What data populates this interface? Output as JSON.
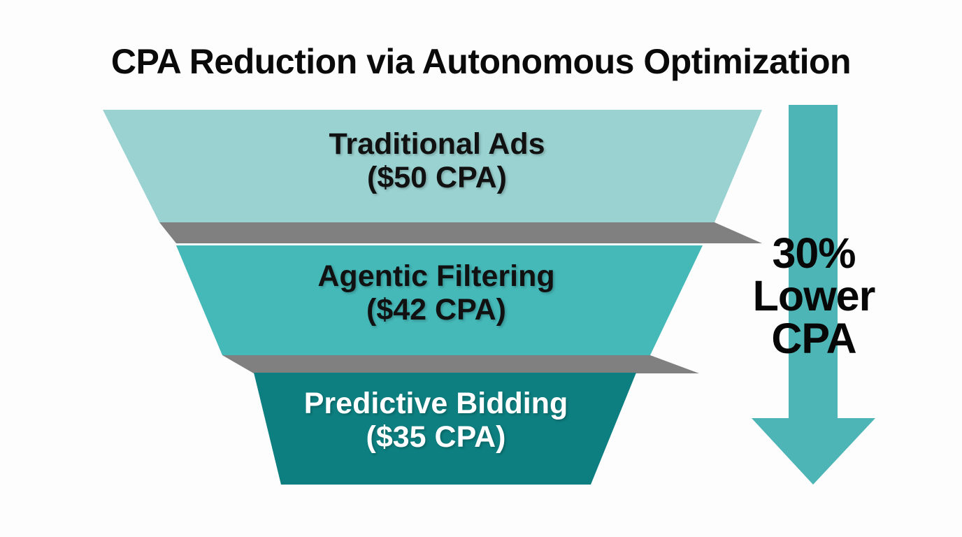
{
  "title": "CPA Reduction via Autonomous Optimization",
  "background_color": "#fdfdfd",
  "title_color": "#0a0a0a",
  "shadow_color": "#808080",
  "arrow": {
    "color": "#4db5b5",
    "name": "down-arrow",
    "line1": "30%",
    "line2": "Lower",
    "line3": "CPA"
  },
  "stages": [
    {
      "label": "Traditional Ads",
      "value_label": "($50 CPA)",
      "value": 50,
      "currency": "$",
      "metric": "CPA",
      "color": "#9ad2d1",
      "text_color": "#111111"
    },
    {
      "label": "Agentic Filtering",
      "value_label": "($42 CPA)",
      "value": 42,
      "currency": "$",
      "metric": "CPA",
      "color": "#45b8b8",
      "text_color": "#111111"
    },
    {
      "label": "Predictive Bidding",
      "value_label": "($35 CPA)",
      "value": 35,
      "currency": "$",
      "metric": "CPA",
      "color": "#0d7f80",
      "text_color": "#ffffff"
    }
  ],
  "chart_data": {
    "type": "funnel",
    "title": "CPA Reduction via Autonomous Optimization",
    "categories": [
      "Traditional Ads",
      "Agentic Filtering",
      "Predictive Bidding"
    ],
    "values": [
      50,
      42,
      35
    ],
    "value_labels": [
      "($50 CPA)",
      "($42 CPA)",
      "($35 CPA)"
    ],
    "unit": "USD CPA",
    "ylabel": "",
    "xlabel": "",
    "legend": "none",
    "grid": false,
    "colors": [
      "#9ad2d1",
      "#45b8b8",
      "#0d7f80"
    ],
    "annotation": "30% Lower CPA",
    "annotation_value": 30,
    "annotation_unit": "%"
  }
}
